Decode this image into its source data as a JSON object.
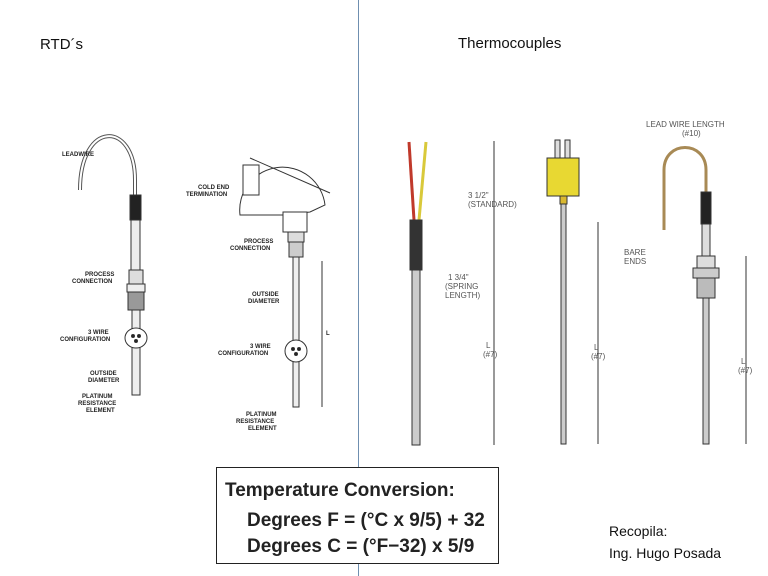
{
  "headings": {
    "rtd": "RTD´s",
    "thermocouples": "Thermocouples"
  },
  "rtd_labels": {
    "leadwire": "LEADWIRE",
    "process_connection_1": [
      "PROCESS",
      "CONNECTION"
    ],
    "three_wire_1": [
      "3 WIRE",
      "CONFIGURATION"
    ],
    "outside_diameter_1": [
      "OUTSIDE",
      "DIAMETER"
    ],
    "platinum_1": [
      "PLATINUM",
      "RESISTANCE",
      "ELEMENT"
    ],
    "cold_end": [
      "COLD END",
      "TERMINATION"
    ],
    "process_connection_2": [
      "PROCESS",
      "CONNECTION"
    ],
    "outside_diameter_2": [
      "OUTSIDE",
      "DIAMETER"
    ],
    "three_wire_2": [
      "3 WIRE",
      "CONFIGURATION"
    ],
    "platinum_2": [
      "PLATINUM",
      "RESISTANCE",
      "ELEMENT"
    ],
    "length": "L"
  },
  "tc_labels": {
    "standard": [
      "3 1/2\"",
      "(STANDARD)"
    ],
    "spring": [
      "1 3/4\"",
      "(SPRING",
      "LENGTH)"
    ],
    "length": [
      "L",
      "(#7)"
    ],
    "lead_wire": [
      "LEAD WIRE LENGTH",
      "(#10)"
    ],
    "bare_ends": [
      "BARE",
      "ENDS"
    ]
  },
  "formula": {
    "title": "Temperature Conversion:",
    "line1": "Degrees F = (°C x 9/5) + 32",
    "line2": "Degrees C = (°F−32) x 5/9"
  },
  "credit": {
    "line1": "Recopila:",
    "line2": "Ing. Hugo Posada"
  },
  "colors": {
    "divider": "#6f8fb0",
    "connector": "#e8d832",
    "wire_red": "#c0392b",
    "wire_yellow": "#d9c93a",
    "lead_wire": "#a88a55"
  }
}
